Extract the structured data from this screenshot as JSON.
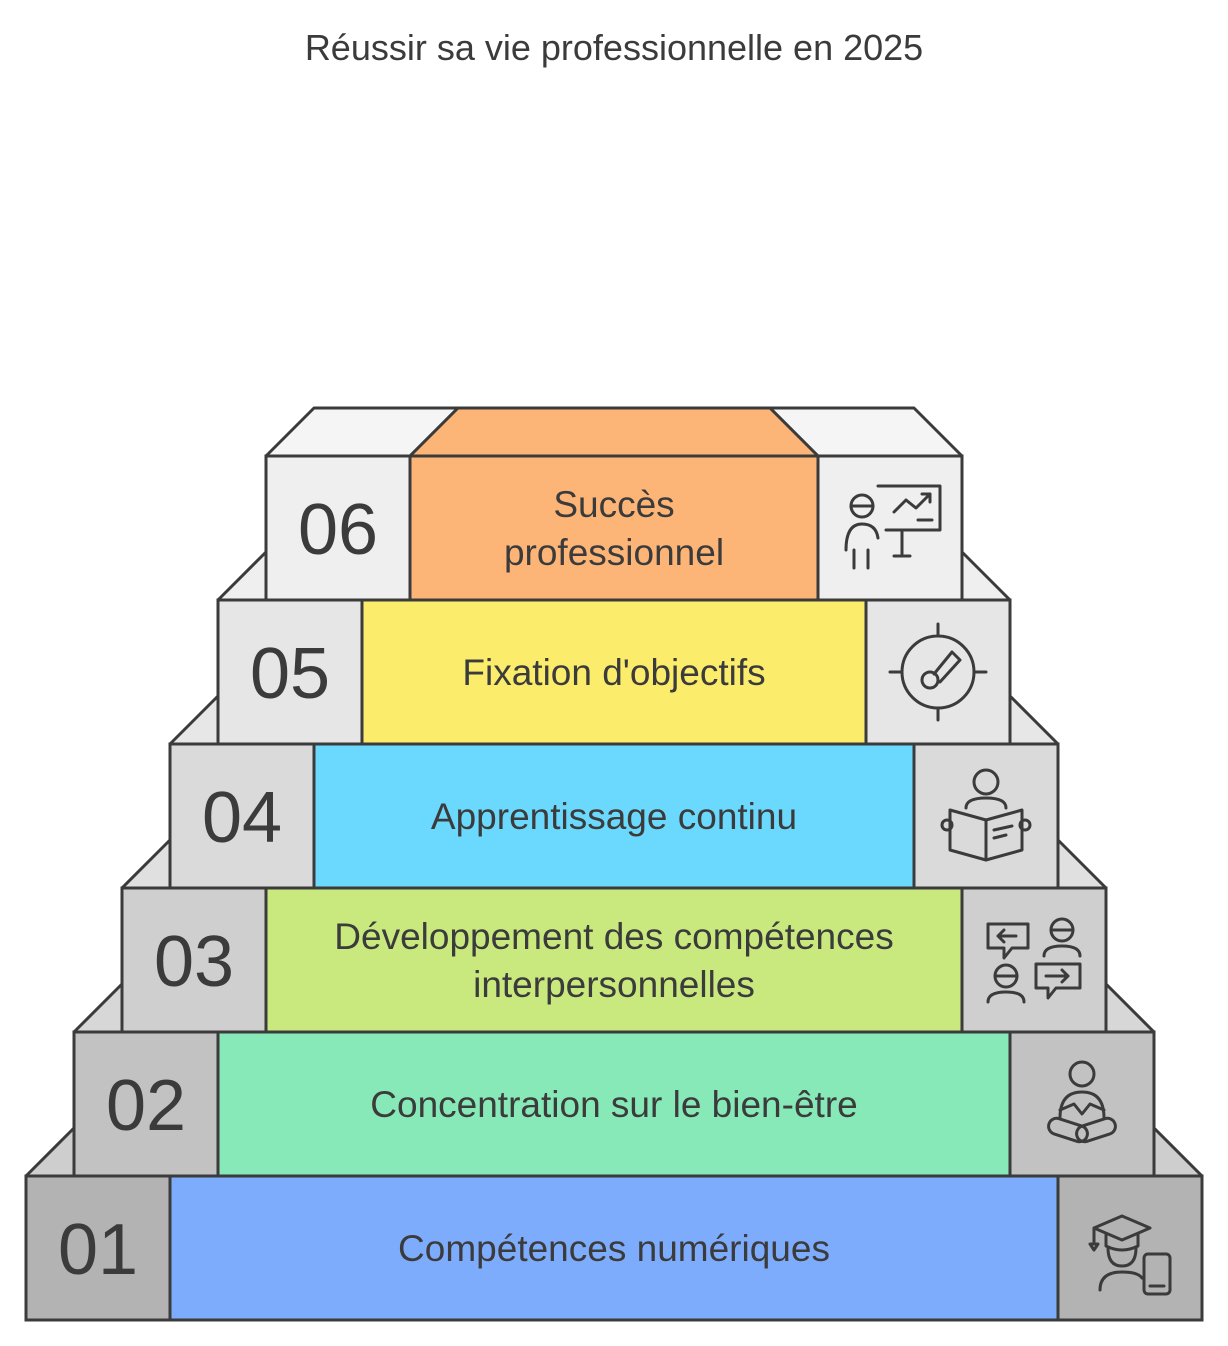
{
  "title": "Réussir sa vie professionnelle en 2025",
  "steps": [
    {
      "number": "01",
      "lines": [
        "Compétences numériques"
      ],
      "color": "#7eacfc",
      "side_color": "#b3b3b3",
      "icon": "graduate-with-phone-icon"
    },
    {
      "number": "02",
      "lines": [
        "Concentration sur le bien-être"
      ],
      "color": "#86e9b7",
      "side_color": "#c2c2c2",
      "icon": "meditation-icon"
    },
    {
      "number": "03",
      "lines": [
        "Développement des compétences",
        "interpersonnelles"
      ],
      "color": "#c9e97e",
      "side_color": "#cfcfcf",
      "icon": "conversation-icon"
    },
    {
      "number": "04",
      "lines": [
        "Apprentissage continu"
      ],
      "color": "#6bd8fd",
      "side_color": "#dadada",
      "icon": "reading-person-icon"
    },
    {
      "number": "05",
      "lines": [
        "Fixation d'objectifs"
      ],
      "color": "#fcec6c",
      "side_color": "#e6e6e6",
      "icon": "target-icon"
    },
    {
      "number": "06",
      "lines": [
        "Succès",
        "professionnel"
      ],
      "color": "#fcb477",
      "side_color": "#efefef",
      "icon": "presentation-icon"
    }
  ]
}
